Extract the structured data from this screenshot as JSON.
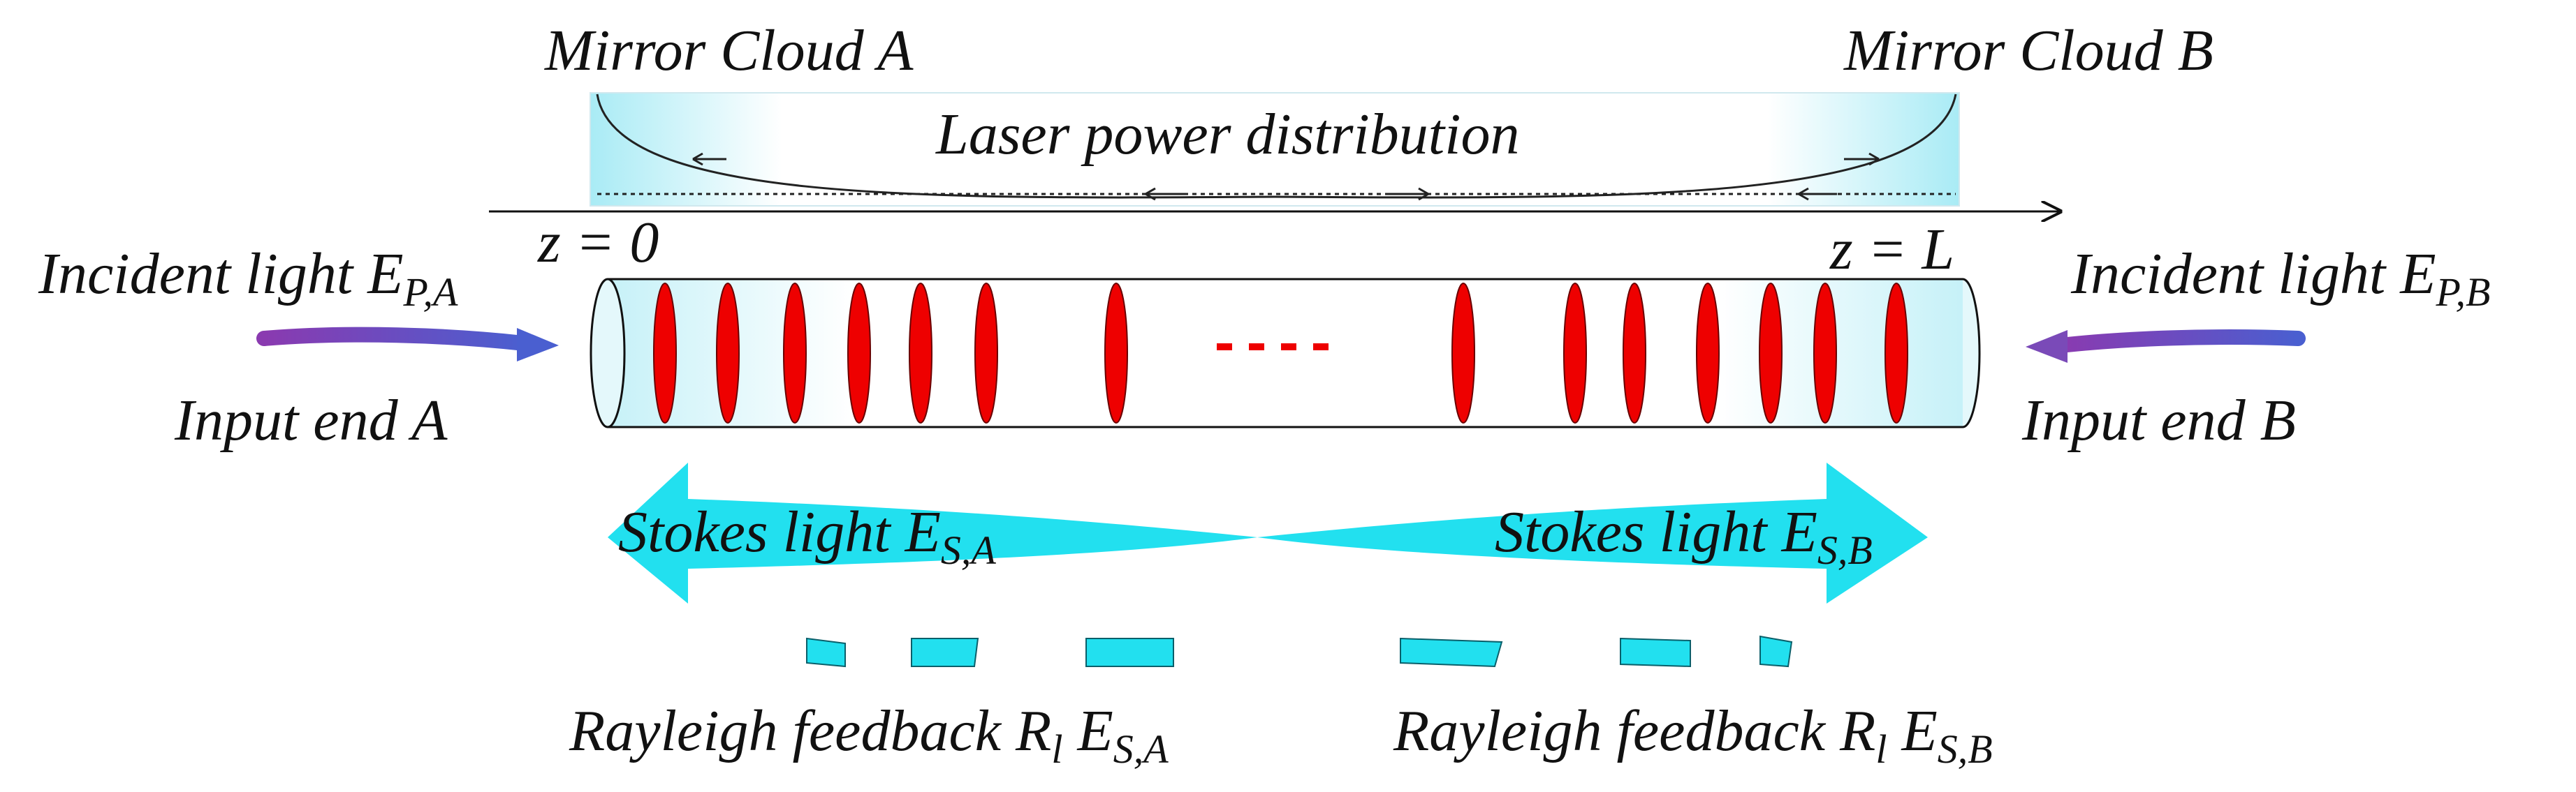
{
  "labels": {
    "mirror_a": "Mirror Cloud A",
    "mirror_b": "Mirror Cloud B",
    "laser_power": "Laser power distribution",
    "z_start": "z = 0",
    "z_end": "z = L",
    "incident_a_main": "Incident light E",
    "incident_a_sub": "P,A",
    "incident_b_main": "Incident light E",
    "incident_b_sub": "P,B",
    "input_a": "Input end A",
    "input_b": "Input end B",
    "stokes_a_main": "Stokes light E",
    "stokes_a_sub": "S,A",
    "stokes_b_main": "Stokes light E",
    "stokes_b_sub": "S,B",
    "rayleigh_a_main": "Rayleigh feedback R",
    "rayleigh_a_l": "l",
    "rayleigh_a_e": " E",
    "rayleigh_a_sub": "S,A",
    "rayleigh_b_main": "Rayleigh feedback R",
    "rayleigh_b_l": "l",
    "rayleigh_b_e": " E",
    "rayleigh_b_sub": "S,B"
  },
  "colors": {
    "cloud": "#bfeff7",
    "stokes": "#22e0ef",
    "grating": "#ee0000",
    "incident_arrow": "#7040b0",
    "fiber": "#dff7fb"
  }
}
